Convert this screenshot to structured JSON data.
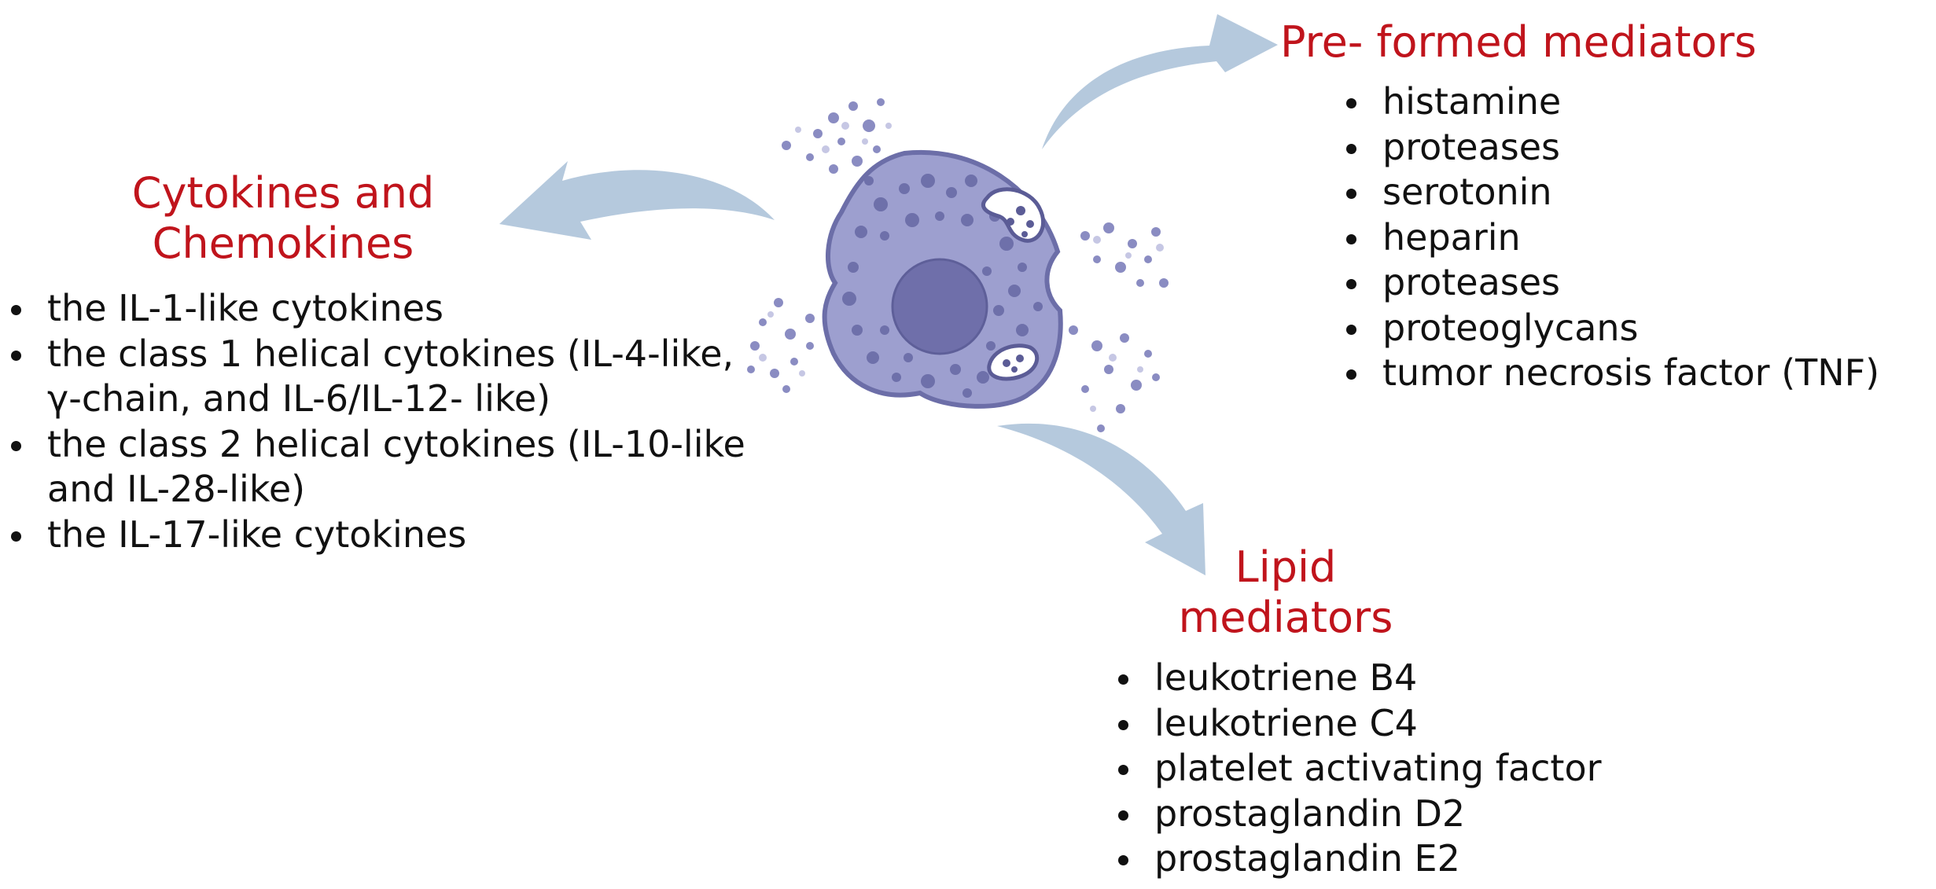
{
  "colors": {
    "heading": "#c0141c",
    "body_text": "#111111",
    "arrow": "#b5c9dd",
    "cell_body": "#9d9fcf",
    "nucleus": "#6f6faa",
    "granule": "#5b5c96"
  },
  "sections": {
    "cytokines": {
      "title_lines": [
        "Cytokines and",
        "Chemokines"
      ],
      "items": [
        "the IL-1-like cytokines",
        "the class 1 helical cytokines (IL-4-like, γ-chain, and IL-6/IL-12- like)",
        "the class 2 helical cytokines (IL-10-like and IL-28-like)",
        "the IL-17-like cytokines"
      ]
    },
    "preformed": {
      "title": "Pre- formed mediators",
      "items": [
        "histamine",
        "proteases",
        "serotonin",
        "heparin",
        "proteases",
        "proteoglycans",
        "tumor necrosis factor (TNF)"
      ]
    },
    "lipid": {
      "title_lines": [
        "Lipid",
        "mediators"
      ],
      "items": [
        "leukotriene B4",
        "leukotriene C4",
        "platelet activating factor",
        "prostaglandin D2",
        "prostaglandin E2"
      ]
    }
  }
}
